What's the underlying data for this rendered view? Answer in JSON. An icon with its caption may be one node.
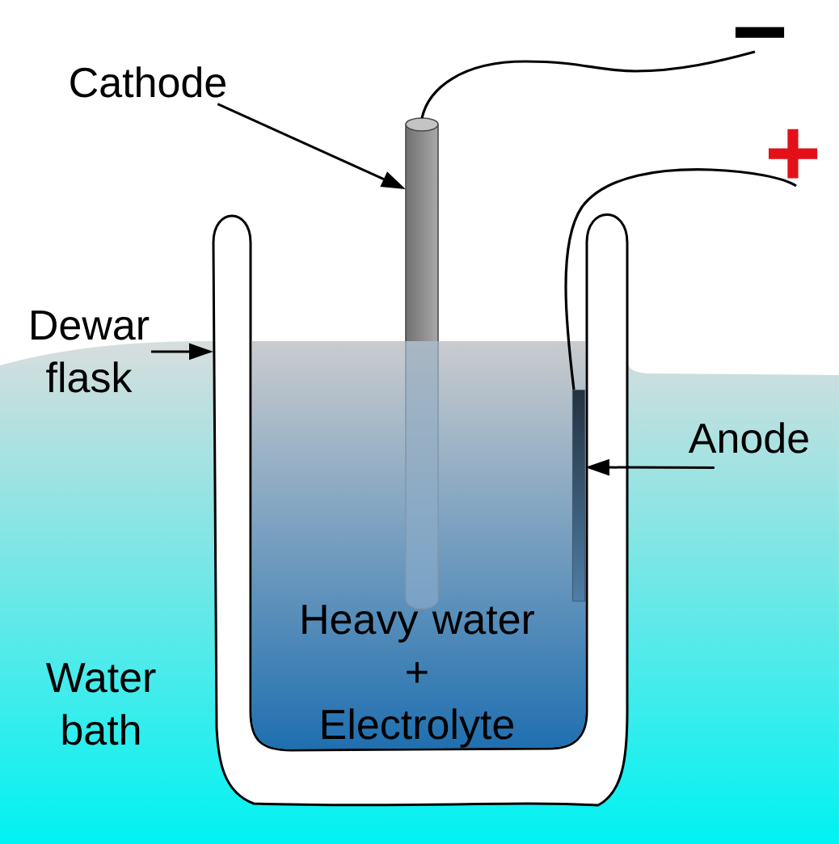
{
  "diagram": {
    "nodes": [
      {
        "text": [
          "Cathode"
        ]
      },
      {
        "text": [
          "−"
        ]
      },
      {
        "text": [],
        "shape": "cylinder"
      },
      {
        "text": [
          "+"
        ]
      },
      {
        "text": [
          "Dewar flask"
        ]
      },
      {
        "text": [],
        "shape": "vessel"
      },
      {
        "text": [],
        "shape": "bar",
        "in": 5
      },
      {
        "text": [
          "Anode"
        ]
      }
    ],
    "edges": [
      {
        "from": 0,
        "to": 2,
        "arrow": "to"
      },
      {
        "from": 4,
        "to": 5,
        "arrow": "to"
      },
      {
        "from": 7,
        "to": 6,
        "arrow": "to"
      },
      {
        "from": 2,
        "to": 1,
        "arrow": "none"
      },
      {
        "from": 6,
        "to": 3,
        "arrow": "none"
      }
    ],
    "labels": [
      "Heavy water + Electrolyte",
      "Water bath"
    ]
  }
}
